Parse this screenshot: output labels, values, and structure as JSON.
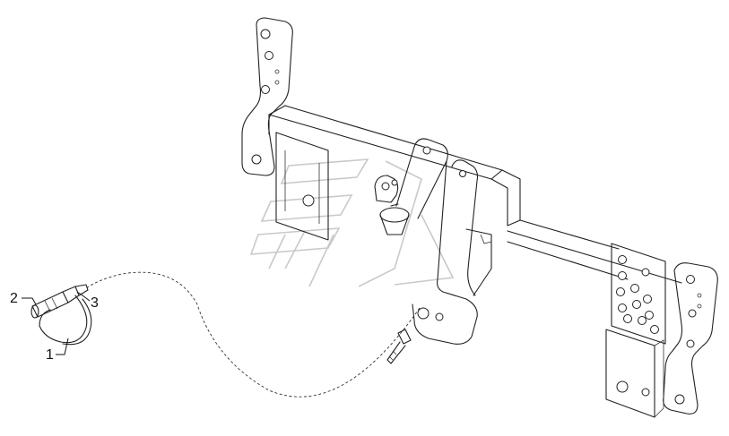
{
  "diagram": {
    "callouts": [
      {
        "id": "callout-1",
        "text": "1"
      },
      {
        "id": "callout-2",
        "text": "2"
      },
      {
        "id": "callout-3",
        "text": "3"
      }
    ]
  }
}
